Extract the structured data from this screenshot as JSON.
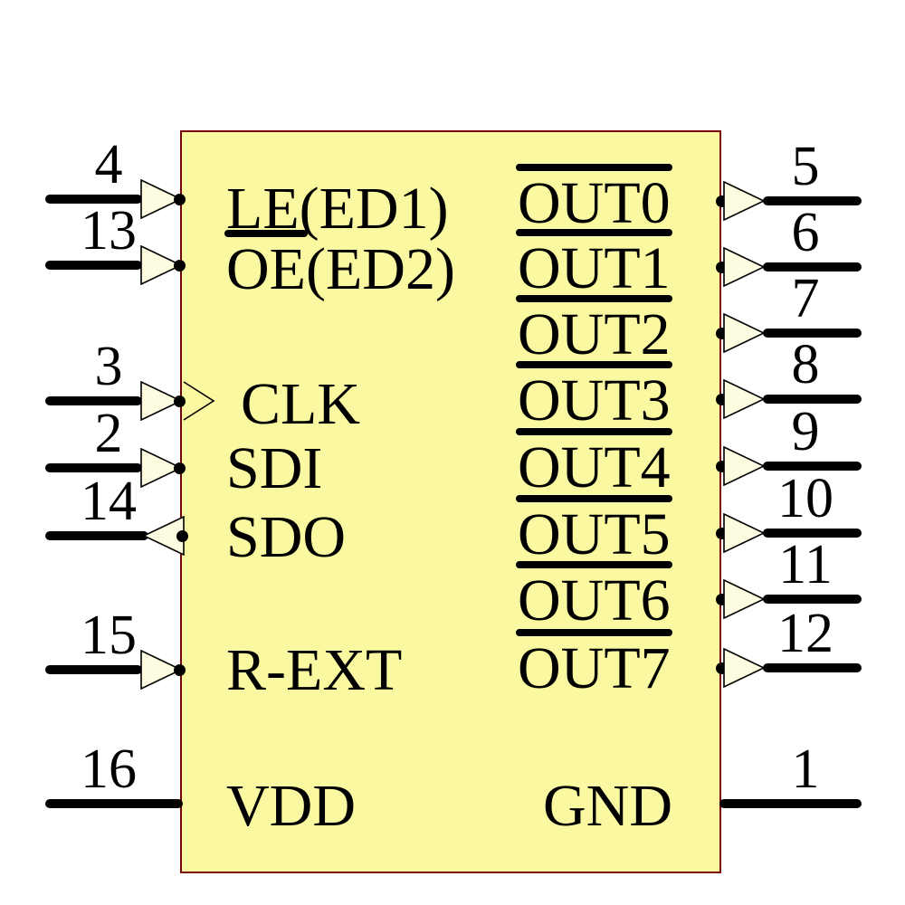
{
  "component": {
    "kind": "16-pin IC schematic symbol",
    "colors": {
      "body_fill": "#FAF8A0",
      "body_border": "#7B0505",
      "arrowhead_fill": "#FDFBE0",
      "line_and_text": "#000000",
      "background": "#ffffff"
    }
  },
  "pins": {
    "left": [
      {
        "number": "4",
        "pre": "",
        "post": "LE(ED1)"
      },
      {
        "number": "13",
        "pre": "OE",
        "post": "(ED2)"
      },
      {
        "number": "3",
        "pre": "",
        "post": "CLK"
      },
      {
        "number": "2",
        "pre": "",
        "post": "SDI"
      },
      {
        "number": "14",
        "pre": "",
        "post": "SDO"
      },
      {
        "number": "15",
        "pre": "",
        "post": "R-EXT"
      },
      {
        "number": "16",
        "pre": "",
        "post": "VDD"
      }
    ],
    "right": [
      {
        "number": "5",
        "pre": "OUT0",
        "post": ""
      },
      {
        "number": "6",
        "pre": "OUT1",
        "post": ""
      },
      {
        "number": "7",
        "pre": "OUT2",
        "post": ""
      },
      {
        "number": "8",
        "pre": "OUT3",
        "post": ""
      },
      {
        "number": "9",
        "pre": "OUT4",
        "post": ""
      },
      {
        "number": "10",
        "pre": "OUT5",
        "post": ""
      },
      {
        "number": "11",
        "pre": "OUT6",
        "post": ""
      },
      {
        "number": "12",
        "pre": "OUT7",
        "post": ""
      },
      {
        "number": "1",
        "pre": "",
        "post": "GND"
      }
    ]
  }
}
